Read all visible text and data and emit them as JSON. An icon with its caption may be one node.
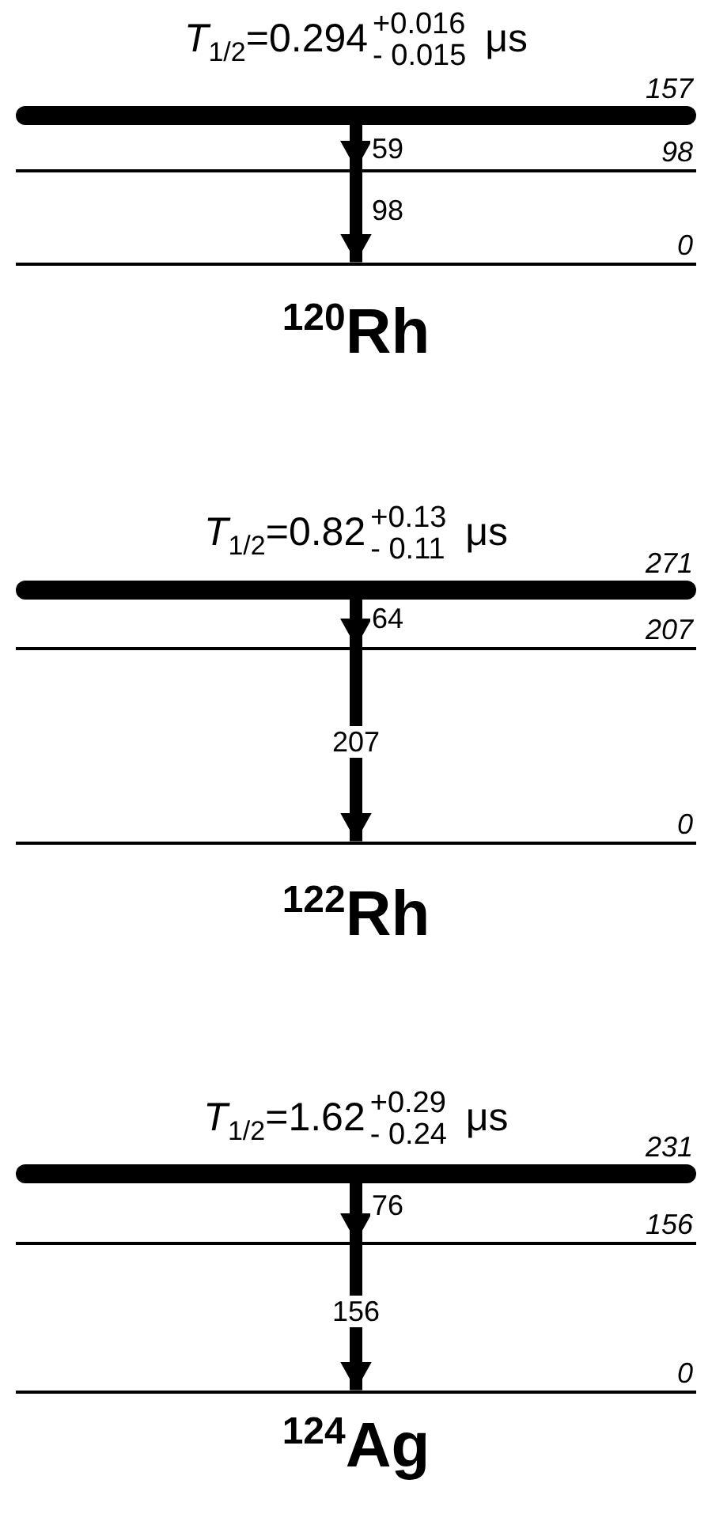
{
  "diagram": {
    "nodes": [
      {
        "text": [],
        "shape": "bar",
        "beside": [
          "157"
        ]
      },
      {
        "text": [],
        "shape": "bar",
        "beside": [
          "98"
        ]
      },
      {
        "text": [],
        "shape": "bar",
        "beside": [
          "0"
        ]
      },
      {
        "text": [],
        "shape": "bar",
        "beside": [
          "271"
        ]
      },
      {
        "text": [],
        "shape": "bar",
        "beside": [
          "207"
        ]
      },
      {
        "text": [],
        "shape": "bar",
        "beside": [
          "0"
        ]
      },
      {
        "text": [],
        "shape": "bar",
        "beside": [
          "231"
        ]
      },
      {
        "text": [],
        "shape": "bar",
        "beside": [
          "156"
        ]
      },
      {
        "text": [],
        "shape": "bar",
        "beside": [
          "0"
        ]
      }
    ],
    "edges": [
      {
        "from": 0,
        "to": 1,
        "arrow": "to",
        "label": "59"
      },
      {
        "from": 1,
        "to": 2,
        "arrow": "to",
        "label": "98"
      },
      {
        "from": 3,
        "to": 4,
        "arrow": "to",
        "label": "64"
      },
      {
        "from": 4,
        "to": 5,
        "arrow": "to",
        "label": "207"
      },
      {
        "from": 6,
        "to": 7,
        "arrow": "to",
        "label": "76"
      },
      {
        "from": 7,
        "to": 8,
        "arrow": "to",
        "label": "156"
      }
    ],
    "labels": [
      "*T*$_{1/2}$=0.294$^{+0.016}$$_{- 0.015}$ μs",
      "$^{120}$Rh",
      "*T*$_{1/2}$=0.82$^{+0.13}$$_{- 0.11}$ μs",
      "$^{122}$Rh",
      "*T*$_{1/2}$=1.62$^{+0.29}$$_{- 0.24}$ μs",
      "$^{124}$Ag"
    ]
  }
}
